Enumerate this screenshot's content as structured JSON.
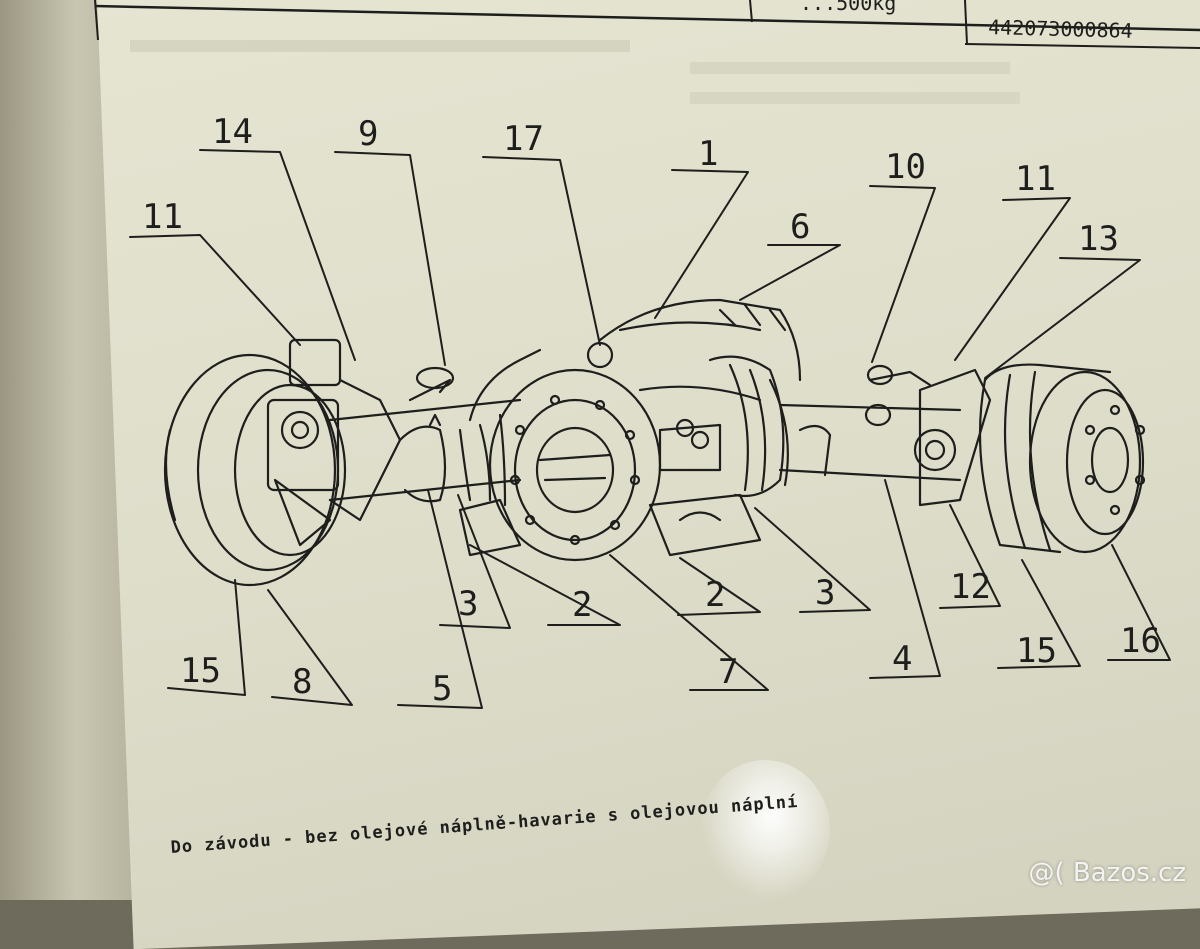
{
  "header_table": {
    "weight_text": "...500kg",
    "part_number": "442073000864"
  },
  "diagram": {
    "part_labels": [
      {
        "id": "label-14",
        "text": "14"
      },
      {
        "id": "label-9",
        "text": "9"
      },
      {
        "id": "label-17",
        "text": "17"
      },
      {
        "id": "label-1",
        "text": "1"
      },
      {
        "id": "label-6",
        "text": "6"
      },
      {
        "id": "label-10",
        "text": "10"
      },
      {
        "id": "label-11-left",
        "text": "11"
      },
      {
        "id": "label-11-right",
        "text": "11"
      },
      {
        "id": "label-13",
        "text": "13"
      },
      {
        "id": "label-3-left",
        "text": "3"
      },
      {
        "id": "label-2-left",
        "text": "2"
      },
      {
        "id": "label-2-right",
        "text": "2"
      },
      {
        "id": "label-3-right",
        "text": "3"
      },
      {
        "id": "label-12",
        "text": "12"
      },
      {
        "id": "label-15-left",
        "text": "15"
      },
      {
        "id": "label-8",
        "text": "8"
      },
      {
        "id": "label-5",
        "text": "5"
      },
      {
        "id": "label-7",
        "text": "7"
      },
      {
        "id": "label-4",
        "text": "4"
      },
      {
        "id": "label-15-right",
        "text": "15"
      },
      {
        "id": "label-16",
        "text": "16"
      }
    ]
  },
  "caption": {
    "line1": "Do závodu - bez olejové náplně-havarie s olejovou náplní"
  },
  "watermark": {
    "text": "@( Bazos.cz"
  },
  "colors": {
    "ink": "#1e1e1c",
    "paper": "#e2e1ce"
  }
}
